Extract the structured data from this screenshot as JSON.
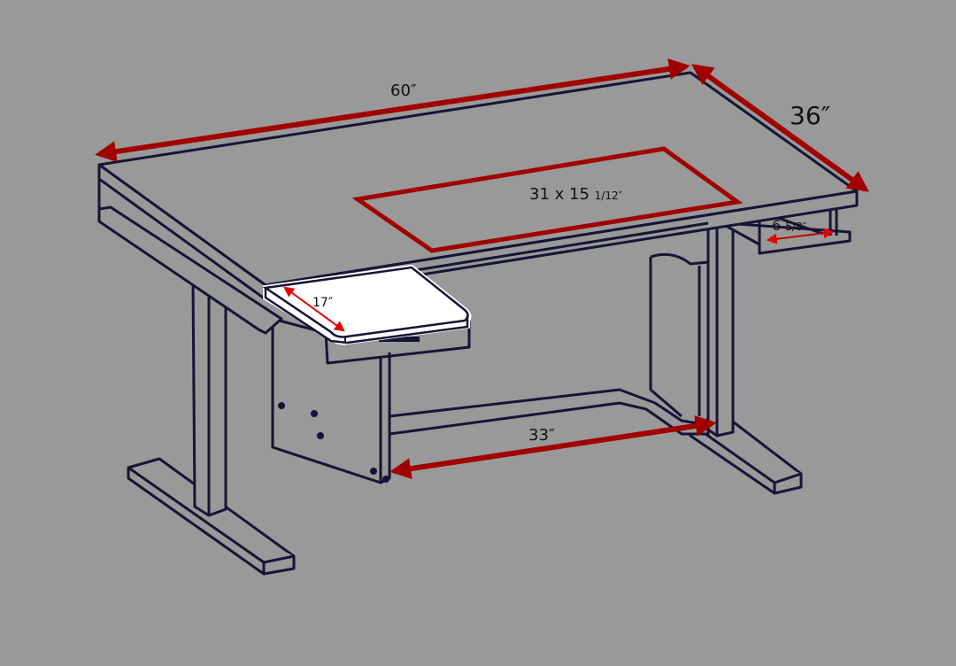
{
  "title": "Desk dimensions diagram",
  "colors": {
    "background": "#999999",
    "outline": "#151535",
    "dimension": "#a00000",
    "tray": "#ffffff"
  },
  "dimensions": {
    "length": "60″",
    "depth": "36″",
    "cutout_main": "31 x 15",
    "cutout_fraction": "1/12″",
    "tray_depth": "17″",
    "drawer_main": "6",
    "drawer_fraction": "5/8″",
    "leg_clearance": "33″"
  }
}
